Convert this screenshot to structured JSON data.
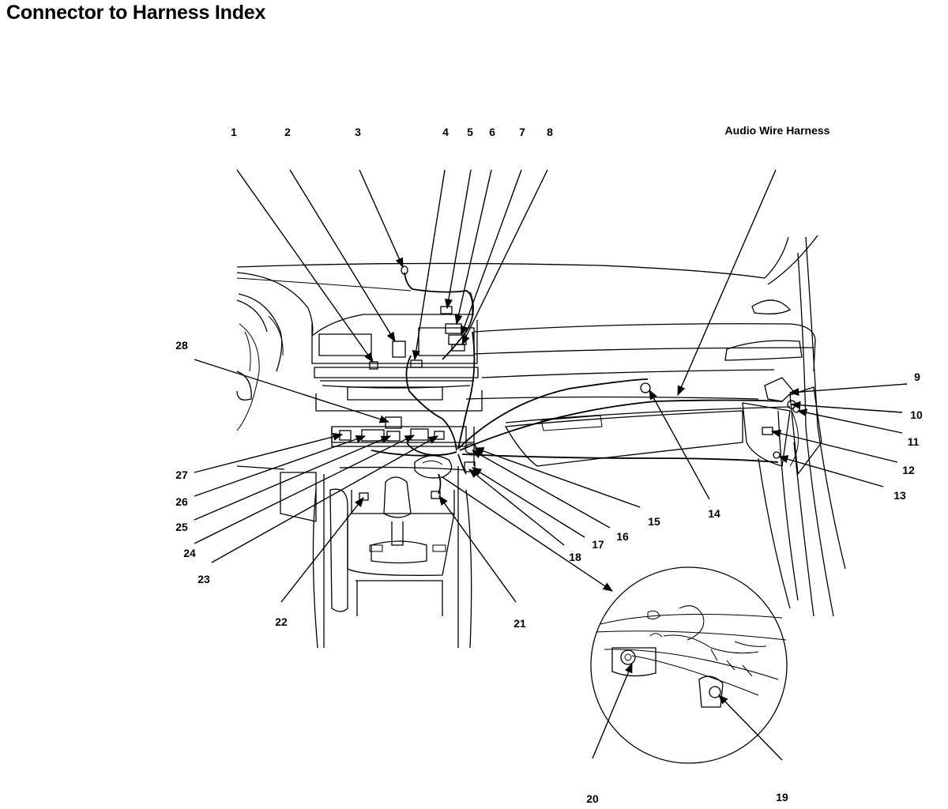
{
  "title": "Connector to Harness Index",
  "harness_label": "Audio Wire Harness",
  "callouts": [
    "1",
    "2",
    "3",
    "4",
    "5",
    "6",
    "7",
    "8",
    "9",
    "10",
    "11",
    "12",
    "13",
    "14",
    "15",
    "16",
    "17",
    "18",
    "19",
    "20",
    "21",
    "22",
    "23",
    "24",
    "25",
    "26",
    "27",
    "28"
  ]
}
